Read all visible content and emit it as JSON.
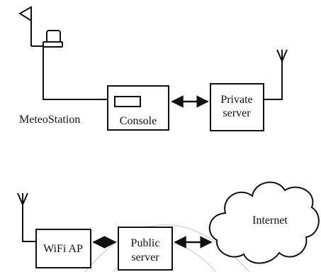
{
  "colors": {
    "stroke": "#111111",
    "background": "#ffffff",
    "watermark": "#c8c8c8"
  },
  "top": {
    "station_label": "MeteoStation",
    "console": {
      "label": "Console",
      "display_icon": "display-screen-icon"
    },
    "private_server": {
      "line1": "Private",
      "line2": "server"
    },
    "icons": {
      "wind_vane": "wind-vane-icon",
      "sensor": "sensor-head-icon",
      "antenna": "antenna-icon",
      "link": "bidirectional-arrow-icon"
    }
  },
  "bottom": {
    "wifi_label": "WiFi AP",
    "public_server": {
      "line1": "Public",
      "line2": "server"
    },
    "internet_label": "Internet",
    "icons": {
      "antenna": "antenna-icon",
      "cloud": "cloud-icon",
      "link": "bidirectional-arrow-icon"
    }
  }
}
